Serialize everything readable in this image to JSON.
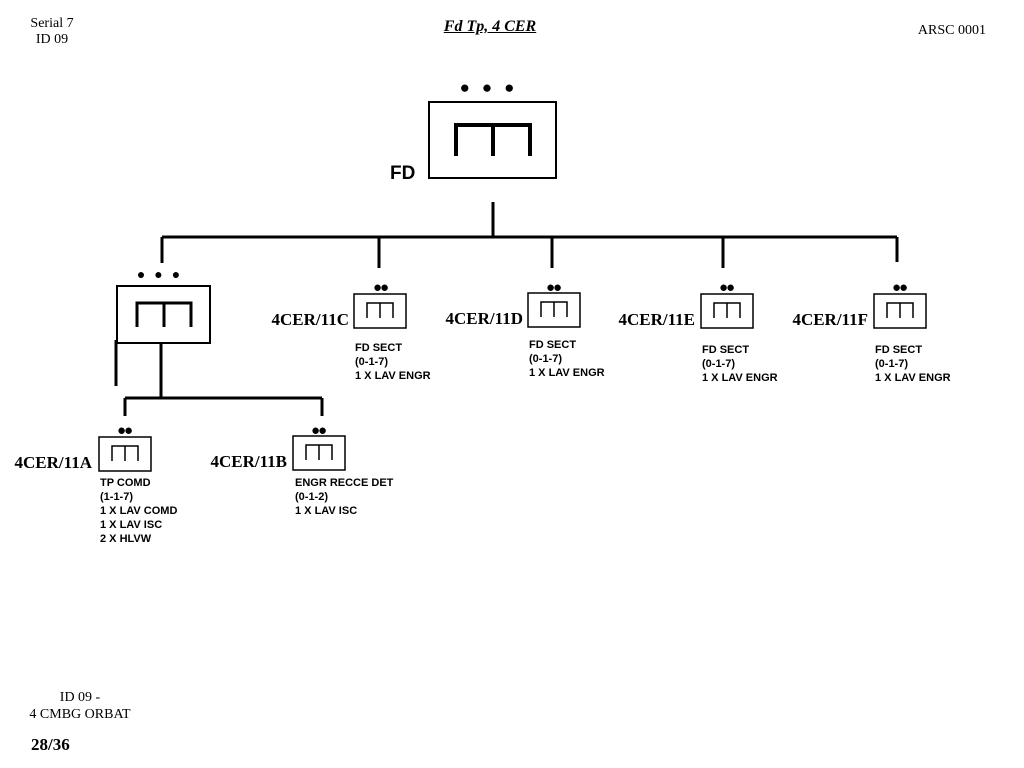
{
  "header": {
    "serial": "Serial 7",
    "id": "ID 09",
    "title": "Fd Tp, 4 CER",
    "code": "ARSC 0001"
  },
  "footer": {
    "line1": "ID 09 -",
    "line2": "4 CMBG ORBAT",
    "page": "28/36"
  },
  "hq": {
    "label": "FD",
    "size_marker": "●●●",
    "symbol": "engineer-unit-symbol"
  },
  "command_element": {
    "size_marker": "●●●",
    "symbol": "engineer-unit-symbol"
  },
  "sections": [
    {
      "id": "c",
      "label": "4CER/11C",
      "size_marker": "●●",
      "lines": [
        "FD SECT",
        "(0-1-7)",
        "1 X LAV ENGR"
      ]
    },
    {
      "id": "d",
      "label": "4CER/11D",
      "size_marker": "●●",
      "lines": [
        "FD SECT",
        "(0-1-7)",
        "1 X LAV ENGR"
      ]
    },
    {
      "id": "e",
      "label": "4CER/11E",
      "size_marker": "●●",
      "lines": [
        "FD SECT",
        "(0-1-7)",
        "1 X LAV ENGR"
      ]
    },
    {
      "id": "f",
      "label": "4CER/11F",
      "size_marker": "●●",
      "lines": [
        "FD SECT",
        "(0-1-7)",
        "1 X LAV ENGR"
      ]
    }
  ],
  "sub_units": [
    {
      "id": "a",
      "label": "4CER/11A",
      "size_marker": "●●",
      "lines": [
        "TP COMD",
        "(1-1-7)",
        "1 X LAV COMD",
        "1 X LAV ISC",
        "2 X HLVW"
      ]
    },
    {
      "id": "b",
      "label": "4CER/11B",
      "size_marker": "●●",
      "lines": [
        "ENGR RECCE DET",
        "(0-1-2)",
        "1 X LAV ISC"
      ]
    }
  ]
}
